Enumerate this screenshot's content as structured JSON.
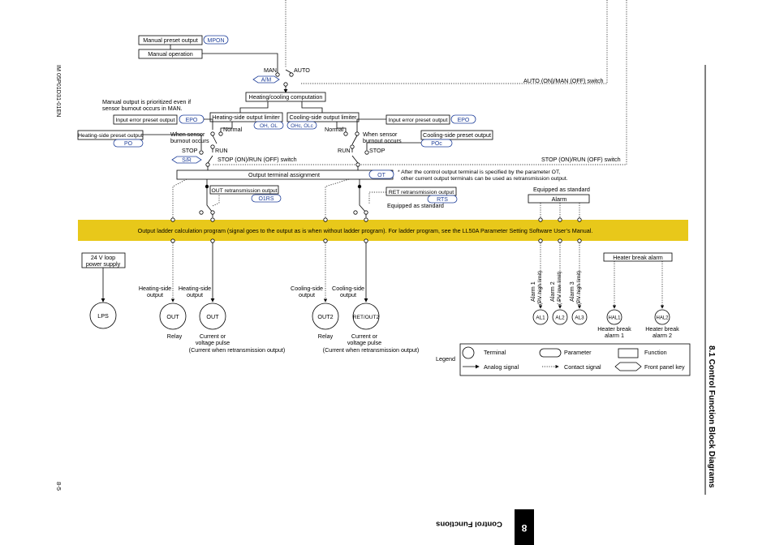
{
  "header": {
    "doc_number": "IM 05P01D31-01EN",
    "page_number": "8-5",
    "section_title": "8.1 Control Function Block Diagrams",
    "chapter_label": "Control Functions",
    "chapter_number": "8"
  },
  "diagram": {
    "manual_preset_output": "Manual preset output",
    "mpon": "MPON",
    "manual_operation": "Manual operation",
    "man": "MAN",
    "auto": "AUTO",
    "am_key": "A/M",
    "auto_man_switch": "AUTO (ON)/MAN (OFF) switch",
    "hc_computation": "Heating/cooling computation",
    "manual_note_1": "Manual output is prioritized even if",
    "manual_note_2": "sensor burnout occurs in MAN.",
    "input_error_preset": "Input error preset output",
    "epo": "EPO",
    "heating_limiter": "Heating-side output limiter",
    "oh_ol": "OH, OL",
    "cooling_limiter": "Cooling-side output limiter",
    "ohc_olc": "OHc, OLc",
    "input_error_preset_2": "Input error preset output",
    "epo_2": "EPO",
    "heating_preset": "Heating-side preset output",
    "po": "PO",
    "cooling_preset": "Cooling-side preset output",
    "poc": "POc",
    "when_sensor_1": "When sensor",
    "burnout_1": "burnout occurs",
    "when_sensor_2": "When sensor",
    "burnout_2": "burnout occurs",
    "normal_1": "Normal",
    "normal_2": "Normal",
    "stop_1": "STOP",
    "run_1": "RUN",
    "run_2": "RUN",
    "stop_2": "STOP",
    "sr_key": "S/R",
    "stop_run_switch_1": "STOP (ON)/RUN (OFF) switch",
    "stop_run_switch_2": "STOP (ON)/RUN (OFF) switch",
    "output_terminal_assignment": "Output terminal assignment",
    "ot": "OT",
    "ot_note_1": "* After the control output terminal is specified by the parameter OT,",
    "ot_note_2": "other current output terminals can be used as retransmission output.",
    "out_retrans": "OUT retransmission output",
    "o1rs": "O1RS",
    "ret_retrans": "RET retransmission output",
    "rts": "RTS",
    "equipped_standard_1": "Equipped as standard",
    "equipped_standard_2": "Equipped as standard",
    "alarm": "Alarm",
    "ladder_text": "Output ladder calculation program (signal goes to the output as is when without ladder program).   For ladder program, see the LL50A Parameter Setting Software User’s Manual.",
    "loop_power_1": "24 V loop",
    "loop_power_2": "power supply",
    "lps": "LPS",
    "heating_side_1": "Heating-side",
    "output_1": "output",
    "heating_side_2": "Heating-side",
    "output_2": "output",
    "cooling_side_1": "Cooling-side",
    "output_3": "output",
    "cooling_side_2": "Cooling-side",
    "output_4": "output",
    "out_1": "OUT",
    "out_2": "OUT",
    "out2": "OUT2",
    "ret_out2": "RET/OUT2",
    "relay_1": "Relay",
    "current_1": "Current or",
    "voltage_pulse_1": "voltage pulse",
    "when_retrans_1": "(Current when retransmission output)",
    "relay_2": "Relay",
    "current_2": "Current or",
    "voltage_pulse_2": "voltage pulse",
    "when_retrans_2": "(Current when retransmission output)",
    "alarm1_a": "Alarm 1",
    "alarm1_b": "(PV high limit)",
    "alarm2_a": "Alarm 2",
    "alarm2_b": "( PV low limit)",
    "alarm3_a": "Alarm 3",
    "alarm3_b": "(PV high limit)",
    "al1": "AL1",
    "al2": "AL2",
    "al3": "AL3",
    "heater_break_alarm": "Heater break alarm",
    "hal1": "HAL1",
    "hal2": "HAL2",
    "hb_alarm1_a": "Heater break",
    "hb_alarm1_b": "alarm 1",
    "hb_alarm2_a": "Heater break",
    "hb_alarm2_b": "alarm 2"
  },
  "legend": {
    "title": "Legend",
    "terminal": "Terminal",
    "parameter": "Parameter",
    "function": "Function",
    "analog": "Analog signal",
    "contact": "Contact signal",
    "front_panel_key": "Front panel key"
  },
  "colors": {
    "ladder_band": "#e8c81a",
    "parameter_text": "#1f3f9a",
    "chapter_tab": "#000000"
  }
}
